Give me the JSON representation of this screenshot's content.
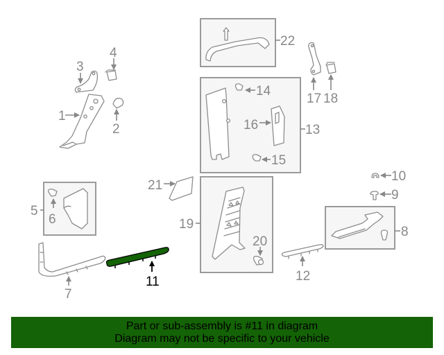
{
  "diagram": {
    "highlight_color": "#146306",
    "label_color": "#888888",
    "highlighted_part": "11",
    "callouts": [
      {
        "id": "1",
        "label": "1"
      },
      {
        "id": "2",
        "label": "2"
      },
      {
        "id": "3",
        "label": "3"
      },
      {
        "id": "4",
        "label": "4"
      },
      {
        "id": "5",
        "label": "5"
      },
      {
        "id": "6",
        "label": "6"
      },
      {
        "id": "7",
        "label": "7"
      },
      {
        "id": "8",
        "label": "8"
      },
      {
        "id": "9",
        "label": "9"
      },
      {
        "id": "10",
        "label": "10"
      },
      {
        "id": "11",
        "label": "11"
      },
      {
        "id": "12",
        "label": "12"
      },
      {
        "id": "13",
        "label": "13"
      },
      {
        "id": "14",
        "label": "14"
      },
      {
        "id": "15",
        "label": "15"
      },
      {
        "id": "16",
        "label": "16"
      },
      {
        "id": "17",
        "label": "17"
      },
      {
        "id": "18",
        "label": "18"
      },
      {
        "id": "19",
        "label": "19"
      },
      {
        "id": "20",
        "label": "20"
      },
      {
        "id": "21",
        "label": "21"
      },
      {
        "id": "22",
        "label": "22"
      }
    ]
  },
  "banner": {
    "line1": "Part or sub-assembly is #11 in diagram",
    "line2": "Diagram may not be specific to your vehicle",
    "background": "#146306"
  }
}
